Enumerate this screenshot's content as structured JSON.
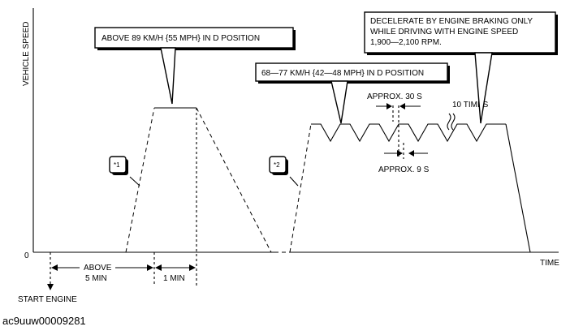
{
  "diagram": {
    "y_axis_label": "VEHICLE SPEED",
    "x_axis_label": "TIME",
    "origin_label": "0",
    "callouts": {
      "above_89": "ABOVE 89 KM/H {55 MPH} IN D POSITION",
      "range_68_77": "68—77 KM/H {42—48 MPH} IN D POSITION",
      "decelerate_line1": "DECELERATE BY ENGINE BRAKING ONLY",
      "decelerate_line2": "WHILE DRIVING WITH ENGINE SPEED",
      "decelerate_line3": "1,900—2,100 RPM."
    },
    "markers": {
      "marker1": "*1",
      "marker2": "*2"
    },
    "annotations": {
      "approx_30s": "APPROX. 30 S",
      "approx_9s": "APPROX. 9 S",
      "ten_times": "10 TIMES"
    },
    "timeline": {
      "above_5min_line1": "ABOVE",
      "above_5min_line2": "5 MIN",
      "one_min": "1 MIN",
      "start_engine": "START ENGINE"
    }
  },
  "image_code": "ac9uuw00009281"
}
